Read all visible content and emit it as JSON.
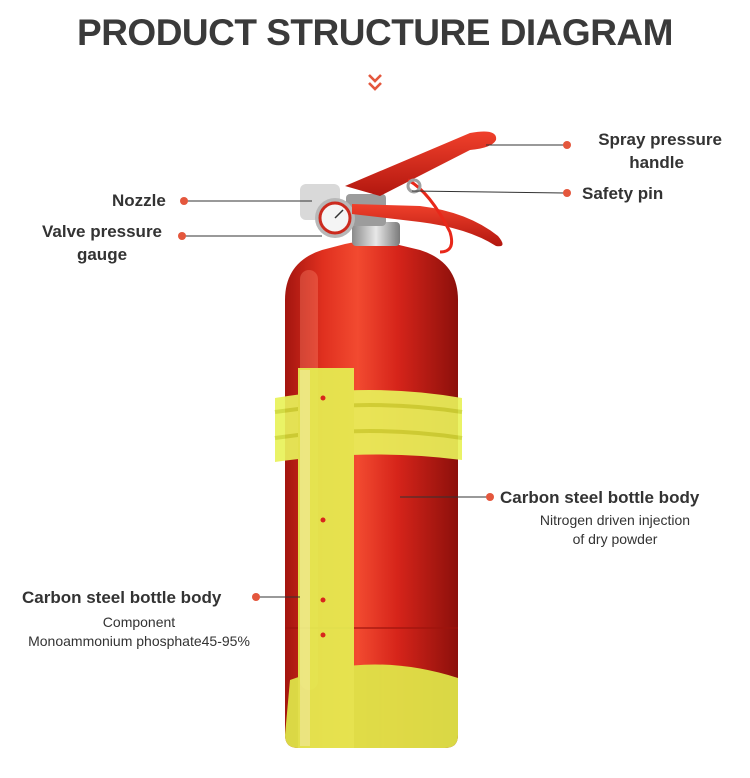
{
  "title": "PRODUCT STRUCTURE DIAGRAM",
  "icons": {
    "divider": "double-chevron-down-icon"
  },
  "colors": {
    "accent": "#e4573d",
    "body_red": "#d8261c",
    "bracket_yellow": "#e9f25a",
    "text": "#333333"
  },
  "labels": {
    "spray_handle": {
      "line1": "Spray pressure",
      "line2": "handle"
    },
    "safety_pin": "Safety pin",
    "nozzle": "Nozzle",
    "gauge": {
      "line1": "Valve pressure",
      "line2": "gauge"
    },
    "body_right": {
      "title": "Carbon steel bottle body",
      "line1": "Nitrogen driven injection",
      "line2": "of dry powder"
    },
    "body_left": {
      "title": "Carbon steel bottle body",
      "line1": "Component",
      "line2": "Monoammonium phosphate45-95%"
    }
  }
}
